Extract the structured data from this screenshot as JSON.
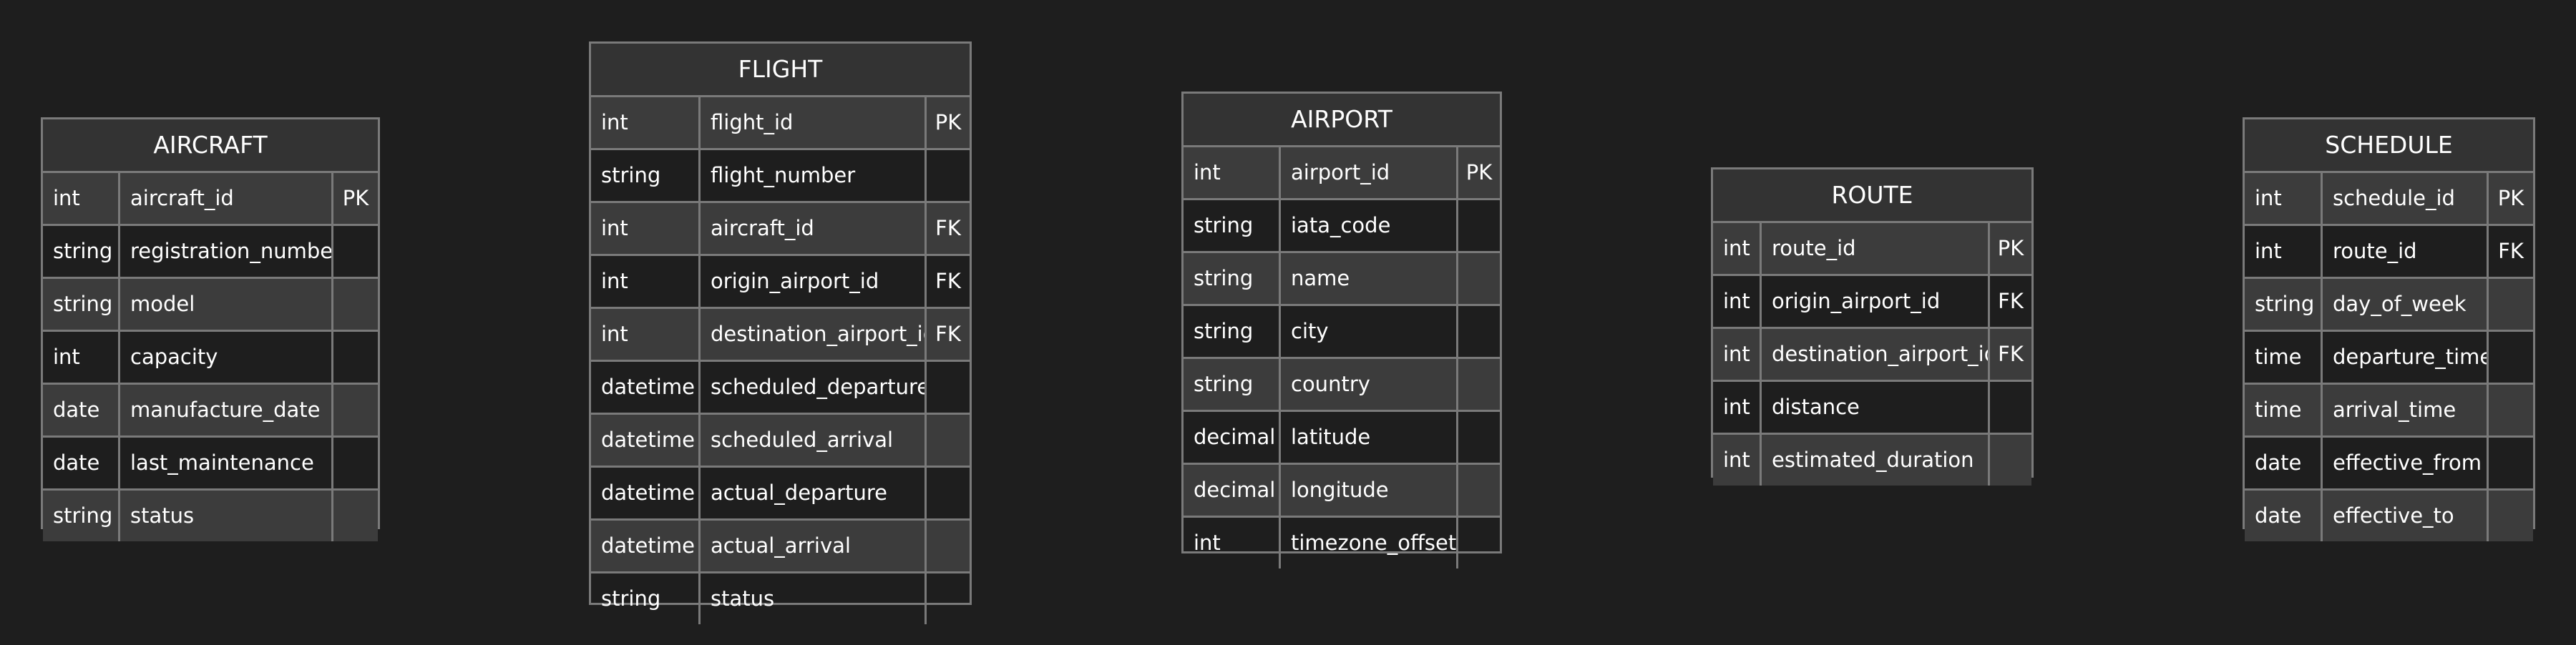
{
  "entities": [
    {
      "name": "AIRCRAFT",
      "attributes": [
        {
          "type": "int",
          "name": "aircraft_id",
          "key": "PK"
        },
        {
          "type": "string",
          "name": "registration_number",
          "key": ""
        },
        {
          "type": "string",
          "name": "model",
          "key": ""
        },
        {
          "type": "int",
          "name": "capacity",
          "key": ""
        },
        {
          "type": "date",
          "name": "manufacture_date",
          "key": ""
        },
        {
          "type": "date",
          "name": "last_maintenance",
          "key": ""
        },
        {
          "type": "string",
          "name": "status",
          "key": ""
        }
      ]
    },
    {
      "name": "FLIGHT",
      "attributes": [
        {
          "type": "int",
          "name": "flight_id",
          "key": "PK"
        },
        {
          "type": "string",
          "name": "flight_number",
          "key": ""
        },
        {
          "type": "int",
          "name": "aircraft_id",
          "key": "FK"
        },
        {
          "type": "int",
          "name": "origin_airport_id",
          "key": "FK"
        },
        {
          "type": "int",
          "name": "destination_airport_id",
          "key": "FK"
        },
        {
          "type": "datetime",
          "name": "scheduled_departure",
          "key": ""
        },
        {
          "type": "datetime",
          "name": "scheduled_arrival",
          "key": ""
        },
        {
          "type": "datetime",
          "name": "actual_departure",
          "key": ""
        },
        {
          "type": "datetime",
          "name": "actual_arrival",
          "key": ""
        },
        {
          "type": "string",
          "name": "status",
          "key": ""
        }
      ]
    },
    {
      "name": "AIRPORT",
      "attributes": [
        {
          "type": "int",
          "name": "airport_id",
          "key": "PK"
        },
        {
          "type": "string",
          "name": "iata_code",
          "key": ""
        },
        {
          "type": "string",
          "name": "name",
          "key": ""
        },
        {
          "type": "string",
          "name": "city",
          "key": ""
        },
        {
          "type": "string",
          "name": "country",
          "key": ""
        },
        {
          "type": "decimal",
          "name": "latitude",
          "key": ""
        },
        {
          "type": "decimal",
          "name": "longitude",
          "key": ""
        },
        {
          "type": "int",
          "name": "timezone_offset",
          "key": ""
        }
      ]
    },
    {
      "name": "ROUTE",
      "attributes": [
        {
          "type": "int",
          "name": "route_id",
          "key": "PK"
        },
        {
          "type": "int",
          "name": "origin_airport_id",
          "key": "FK"
        },
        {
          "type": "int",
          "name": "destination_airport_id",
          "key": "FK"
        },
        {
          "type": "int",
          "name": "distance",
          "key": ""
        },
        {
          "type": "int",
          "name": "estimated_duration",
          "key": ""
        }
      ]
    },
    {
      "name": "SCHEDULE",
      "attributes": [
        {
          "type": "int",
          "name": "schedule_id",
          "key": "PK"
        },
        {
          "type": "int",
          "name": "route_id",
          "key": "FK"
        },
        {
          "type": "string",
          "name": "day_of_week",
          "key": ""
        },
        {
          "type": "time",
          "name": "departure_time",
          "key": ""
        },
        {
          "type": "time",
          "name": "arrival_time",
          "key": ""
        },
        {
          "type": "date",
          "name": "effective_from",
          "key": ""
        },
        {
          "type": "date",
          "name": "effective_to",
          "key": ""
        }
      ]
    }
  ]
}
